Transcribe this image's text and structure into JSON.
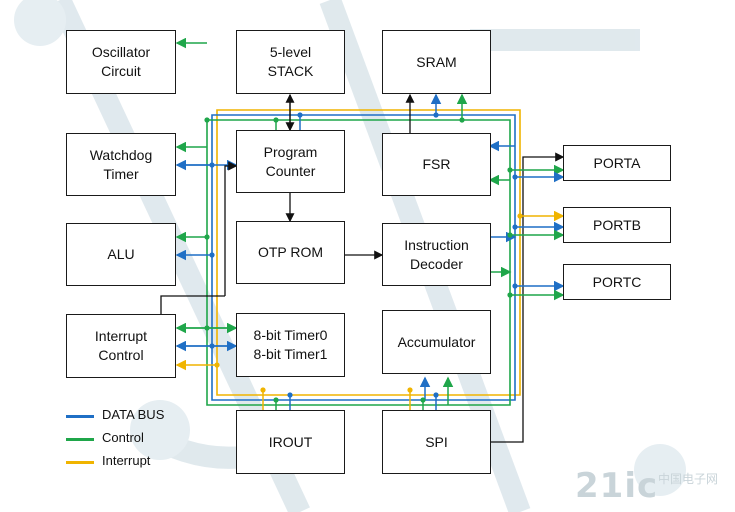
{
  "blocks": {
    "oscillator": "Oscillator\nCircuit",
    "stack": "5-level\nSTACK",
    "sram": "SRAM",
    "watchdog": "Watchdog\nTimer",
    "program_counter": "Program\nCounter",
    "fsr": "FSR",
    "alu": "ALU",
    "otp_rom": "OTP ROM",
    "instruction_decoder": "Instruction\nDecoder",
    "interrupt_control": "Interrupt\nControl",
    "timers": "8-bit Timer0\n8-bit Timer1",
    "accumulator": "Accumulator",
    "irout": "IROUT",
    "spi": "SPI",
    "porta": "PORTA",
    "portb": "PORTB",
    "portc": "PORTC"
  },
  "legend": [
    {
      "label": "DATA BUS",
      "color": "#1f6fc5"
    },
    {
      "label": "Control",
      "color": "#1fa64a"
    },
    {
      "label": "Interrupt",
      "color": "#f0b400"
    }
  ],
  "colors": {
    "data_bus": "#1f6fc5",
    "control": "#1fa64a",
    "interrupt": "#f0b400",
    "wire": "#111111"
  },
  "watermark": {
    "brand": "21ic",
    "sub": "中国电子网"
  }
}
